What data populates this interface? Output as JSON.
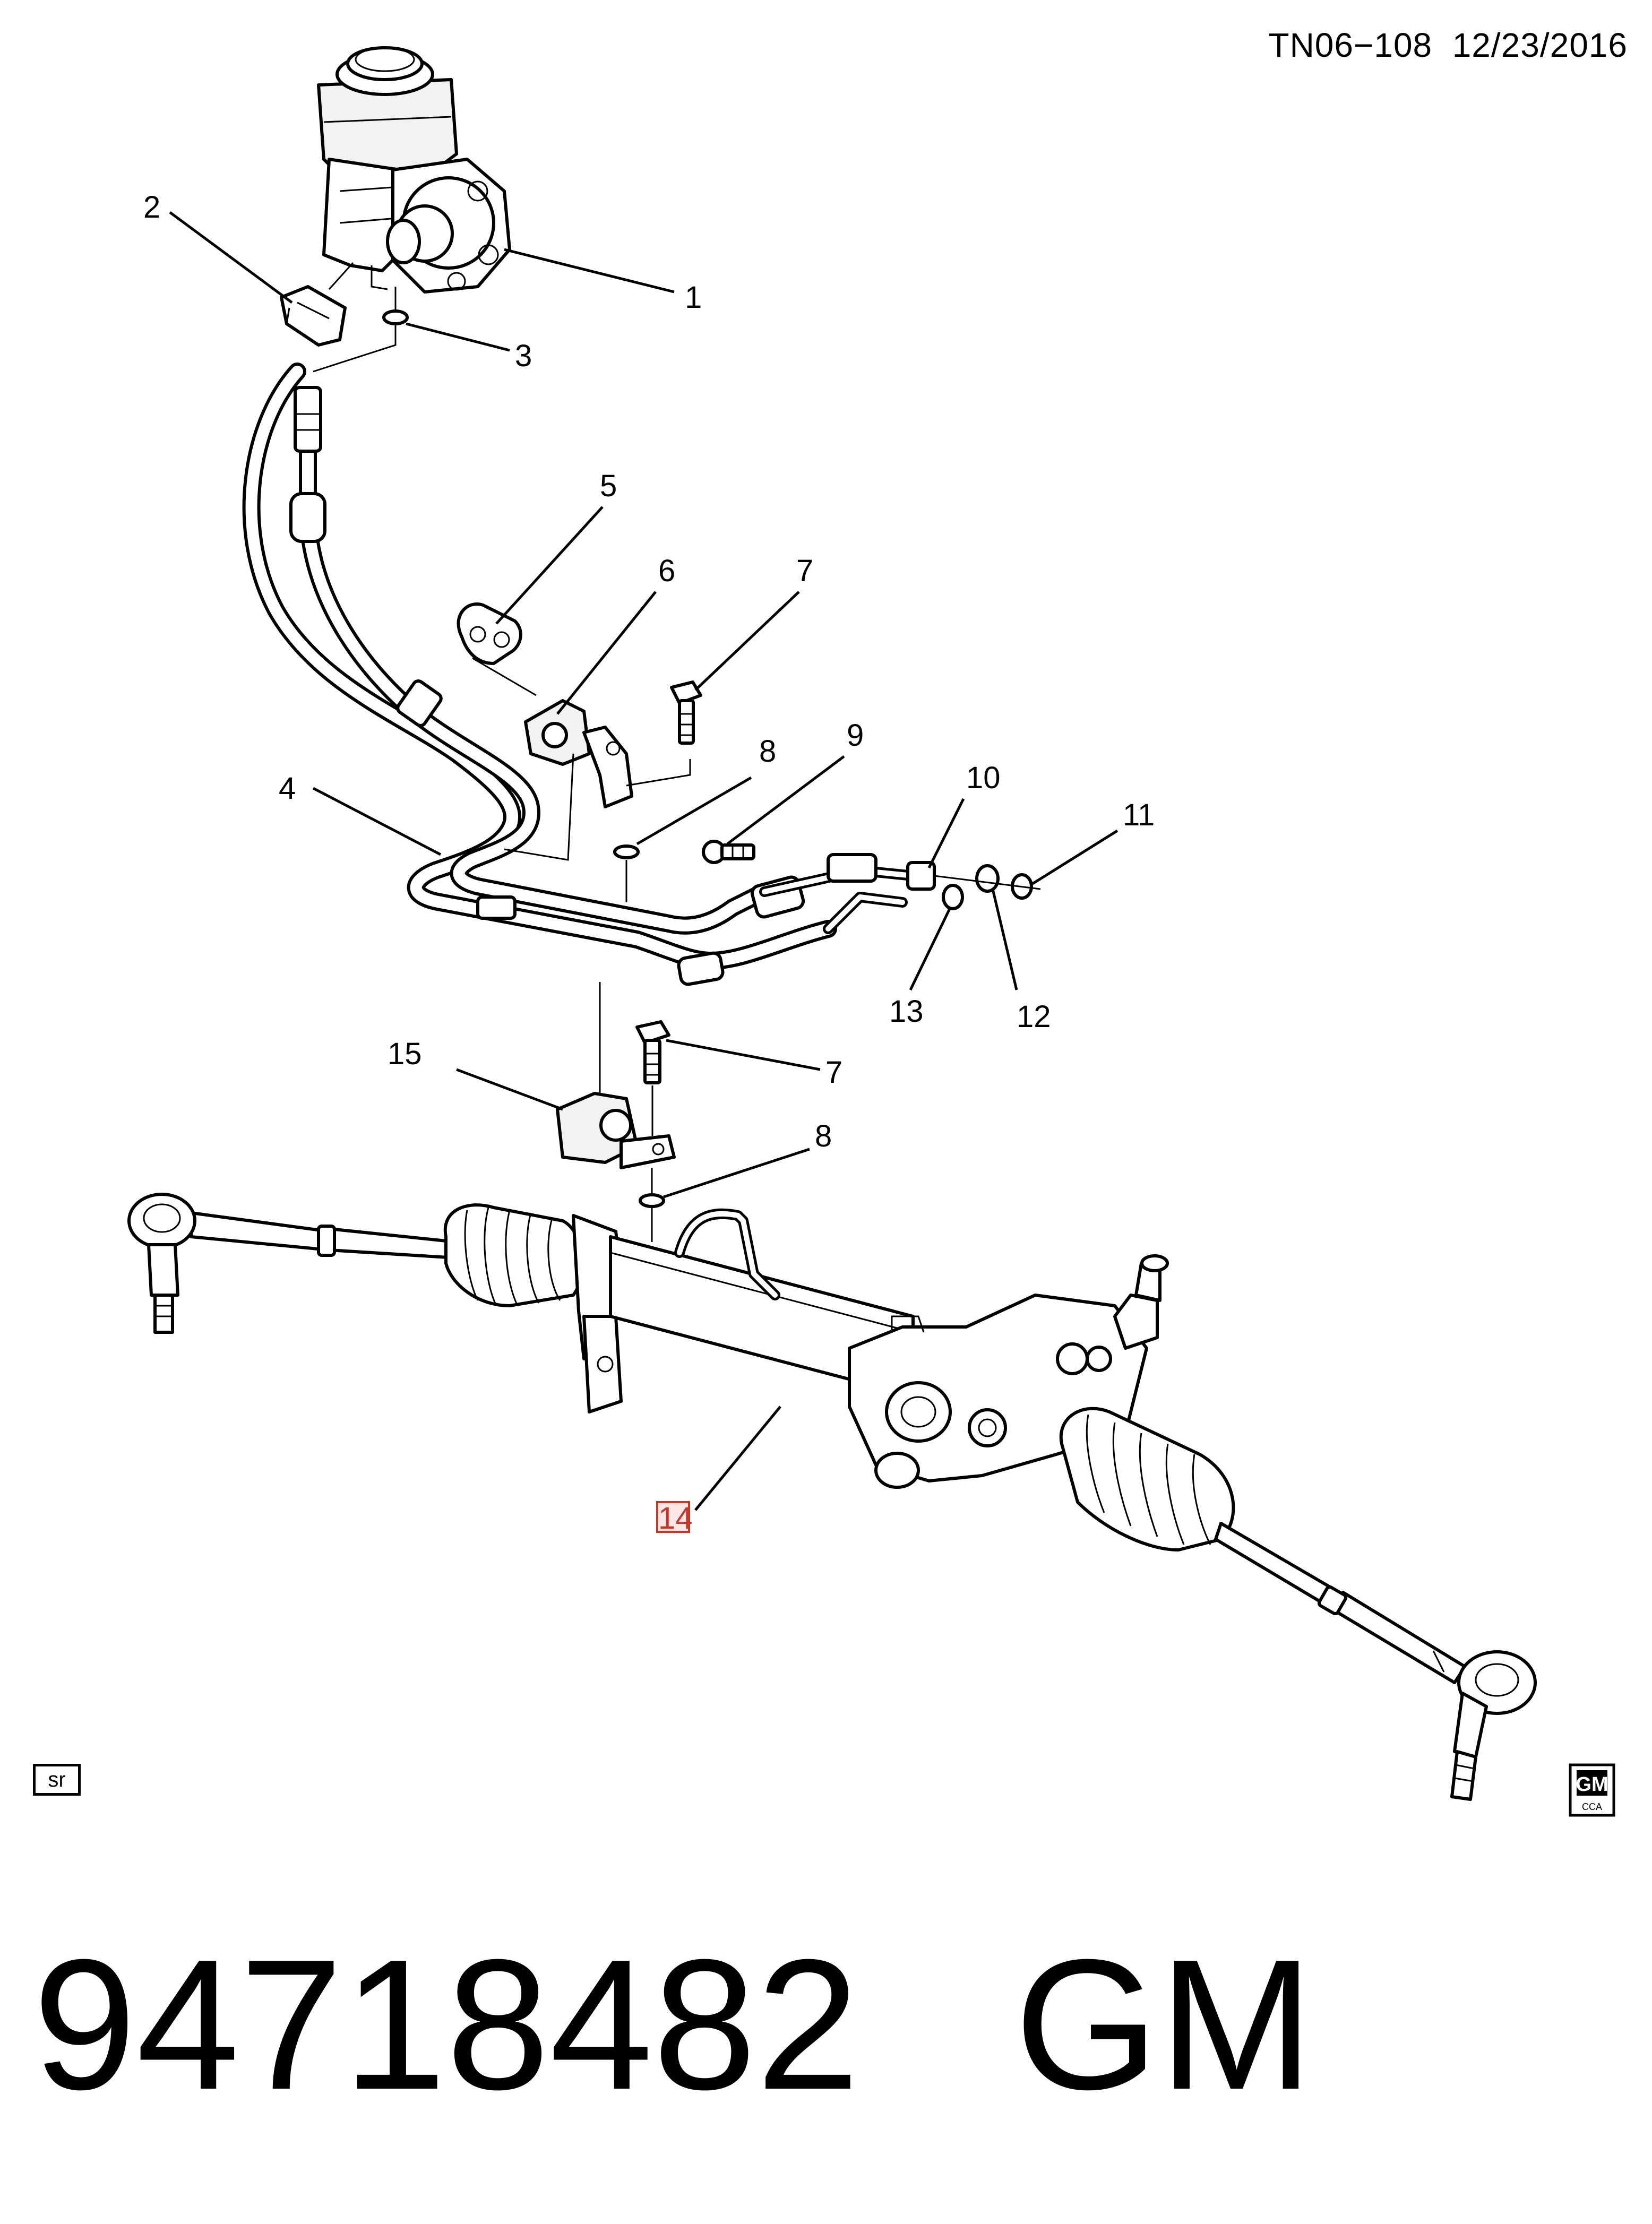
{
  "header": {
    "code": "TN06−108",
    "date": "12/23/2016"
  },
  "callouts": [
    {
      "id": "1",
      "label": "1",
      "part": "power-steering-pump"
    },
    {
      "id": "2",
      "label": "2",
      "part": "clamp"
    },
    {
      "id": "3",
      "label": "3",
      "part": "seal"
    },
    {
      "id": "4",
      "label": "4",
      "part": "pressure-and-return-hose-assembly"
    },
    {
      "id": "5",
      "label": "5",
      "part": "clip"
    },
    {
      "id": "6",
      "label": "6",
      "part": "insulator"
    },
    {
      "id": "7a",
      "label": "7",
      "part": "bolt"
    },
    {
      "id": "8a",
      "label": "8",
      "part": "washer"
    },
    {
      "id": "9",
      "label": "9",
      "part": "bolt"
    },
    {
      "id": "10",
      "label": "10",
      "part": "fitting"
    },
    {
      "id": "11",
      "label": "11",
      "part": "seal"
    },
    {
      "id": "12",
      "label": "12",
      "part": "seal"
    },
    {
      "id": "13",
      "label": "13",
      "part": "seal"
    },
    {
      "id": "15",
      "label": "15",
      "part": "bracket"
    },
    {
      "id": "7b",
      "label": "7",
      "part": "bolt"
    },
    {
      "id": "8b",
      "label": "8",
      "part": "washer"
    },
    {
      "id": "14",
      "label": "14",
      "part": "steering-gear",
      "highlighted": true
    }
  ],
  "sr_label": "sr",
  "logo": {
    "brand": "GM",
    "sub": "CCA"
  },
  "footer": {
    "part_number": "94718482",
    "brand": "GM"
  },
  "colors": {
    "highlight": "#c0392b",
    "ink": "#000000",
    "background": "#ffffff"
  }
}
